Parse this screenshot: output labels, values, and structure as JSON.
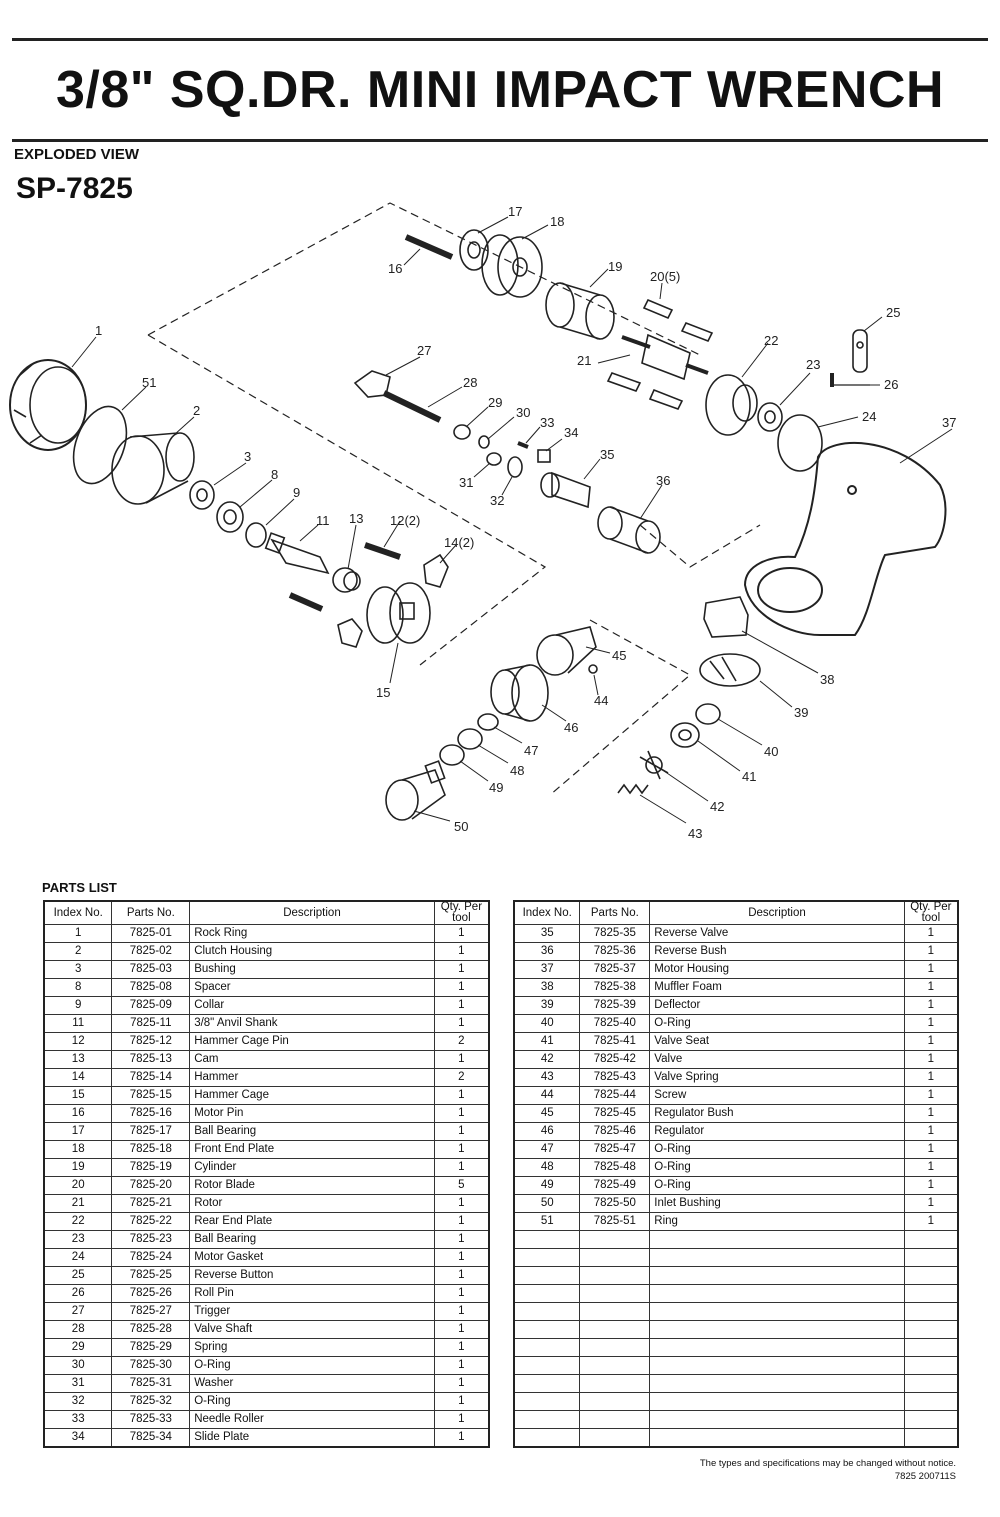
{
  "header": {
    "title": "3/8\" SQ.DR. MINI IMPACT WRENCH",
    "section": "EXPLODED VIEW",
    "model": "SP-7825"
  },
  "diagram": {
    "labels": [
      "1",
      "2",
      "3",
      "8",
      "9",
      "11",
      "12(2)",
      "13",
      "14(2)",
      "15",
      "16",
      "17",
      "18",
      "19",
      "20(5)",
      "21",
      "22",
      "23",
      "24",
      "25",
      "26",
      "27",
      "28",
      "29",
      "30",
      "31",
      "32",
      "33",
      "34",
      "35",
      "36",
      "37",
      "38",
      "39",
      "40",
      "41",
      "42",
      "43",
      "44",
      "45",
      "46",
      "47",
      "48",
      "49",
      "50",
      "51"
    ]
  },
  "parts_list": {
    "title": "PARTS LIST",
    "columns": [
      "Index No.",
      "Parts No.",
      "Description",
      "Qty. Per tool"
    ],
    "left": [
      [
        "1",
        "7825-01",
        "Rock Ring",
        "1"
      ],
      [
        "2",
        "7825-02",
        "Clutch Housing",
        "1"
      ],
      [
        "3",
        "7825-03",
        "Bushing",
        "1"
      ],
      [
        "8",
        "7825-08",
        "Spacer",
        "1"
      ],
      [
        "9",
        "7825-09",
        "Collar",
        "1"
      ],
      [
        "11",
        "7825-11",
        "3/8\" Anvil Shank",
        "1"
      ],
      [
        "12",
        "7825-12",
        "Hammer Cage Pin",
        "2"
      ],
      [
        "13",
        "7825-13",
        "Cam",
        "1"
      ],
      [
        "14",
        "7825-14",
        "Hammer",
        "2"
      ],
      [
        "15",
        "7825-15",
        "Hammer Cage",
        "1"
      ],
      [
        "16",
        "7825-16",
        "Motor Pin",
        "1"
      ],
      [
        "17",
        "7825-17",
        "Ball Bearing",
        "1"
      ],
      [
        "18",
        "7825-18",
        "Front End Plate",
        "1"
      ],
      [
        "19",
        "7825-19",
        "Cylinder",
        "1"
      ],
      [
        "20",
        "7825-20",
        "Rotor Blade",
        "5"
      ],
      [
        "21",
        "7825-21",
        "Rotor",
        "1"
      ],
      [
        "22",
        "7825-22",
        "Rear End Plate",
        "1"
      ],
      [
        "23",
        "7825-23",
        "Ball Bearing",
        "1"
      ],
      [
        "24",
        "7825-24",
        "Motor Gasket",
        "1"
      ],
      [
        "25",
        "7825-25",
        "Reverse Button",
        "1"
      ],
      [
        "26",
        "7825-26",
        "Roll Pin",
        "1"
      ],
      [
        "27",
        "7825-27",
        "Trigger",
        "1"
      ],
      [
        "28",
        "7825-28",
        "Valve Shaft",
        "1"
      ],
      [
        "29",
        "7825-29",
        "Spring",
        "1"
      ],
      [
        "30",
        "7825-30",
        "O-Ring",
        "1"
      ],
      [
        "31",
        "7825-31",
        "Washer",
        "1"
      ],
      [
        "32",
        "7825-32",
        "O-Ring",
        "1"
      ],
      [
        "33",
        "7825-33",
        "Needle Roller",
        "1"
      ],
      [
        "34",
        "7825-34",
        "Slide Plate",
        "1"
      ]
    ],
    "right": [
      [
        "35",
        "7825-35",
        "Reverse Valve",
        "1"
      ],
      [
        "36",
        "7825-36",
        "Reverse Bush",
        "1"
      ],
      [
        "37",
        "7825-37",
        "Motor Housing",
        "1"
      ],
      [
        "38",
        "7825-38",
        "Muffler Foam",
        "1"
      ],
      [
        "39",
        "7825-39",
        "Deflector",
        "1"
      ],
      [
        "40",
        "7825-40",
        "O-Ring",
        "1"
      ],
      [
        "41",
        "7825-41",
        "Valve Seat",
        "1"
      ],
      [
        "42",
        "7825-42",
        "Valve",
        "1"
      ],
      [
        "43",
        "7825-43",
        "Valve Spring",
        "1"
      ],
      [
        "44",
        "7825-44",
        "Screw",
        "1"
      ],
      [
        "45",
        "7825-45",
        "Regulator Bush",
        "1"
      ],
      [
        "46",
        "7825-46",
        "Regulator",
        "1"
      ],
      [
        "47",
        "7825-47",
        "O-Ring",
        "1"
      ],
      [
        "48",
        "7825-48",
        "O-Ring",
        "1"
      ],
      [
        "49",
        "7825-49",
        "O-Ring",
        "1"
      ],
      [
        "50",
        "7825-50",
        "Inlet Bushing",
        "1"
      ],
      [
        "51",
        "7825-51",
        "Ring",
        "1"
      ],
      [
        "",
        "",
        "",
        ""
      ],
      [
        "",
        "",
        "",
        ""
      ],
      [
        "",
        "",
        "",
        ""
      ],
      [
        "",
        "",
        "",
        ""
      ],
      [
        "",
        "",
        "",
        ""
      ],
      [
        "",
        "",
        "",
        ""
      ],
      [
        "",
        "",
        "",
        ""
      ],
      [
        "",
        "",
        "",
        ""
      ],
      [
        "",
        "",
        "",
        ""
      ],
      [
        "",
        "",
        "",
        ""
      ],
      [
        "",
        "",
        "",
        ""
      ],
      [
        "",
        "",
        "",
        ""
      ]
    ]
  },
  "footer": {
    "notice": "The types and specifications may be changed without notice.",
    "code": "7825  200711S"
  }
}
